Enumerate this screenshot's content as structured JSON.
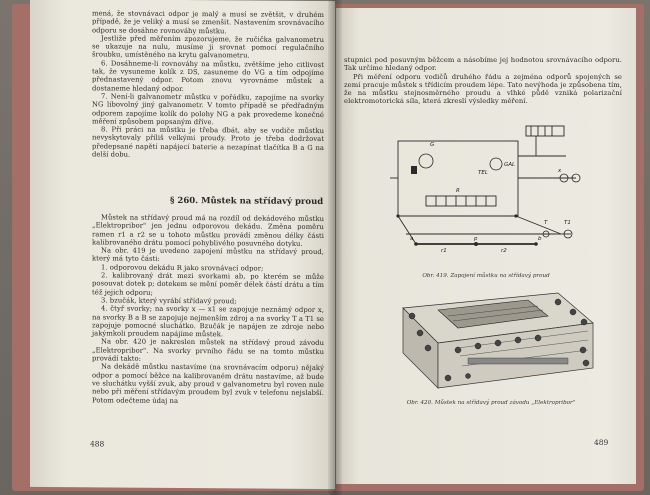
{
  "left_page": {
    "top_text": [
      "mená, že stovnávaci odpor je malý a musí se zvětšit, v druhém případě, že je veliký a musí se zmenšit. Nastavením srovnávacího odporu se dosáhne rovnováhy můstku.",
      "Jestliže před měřením zpozorujeme, že ručička galvanometru se ukazuje na nulu, musíme ji srovnat pomocí regulačního šroubku, umístěného na krytu galvanometru.",
      "6. Dosáhneme-li rovnováhy na můstku, zvětšíme jeho citlivost tak, že vysuneme kolík z DS, zasuneme do VG a tím odpojíme přednastavený odpor. Potom znovu vyrovnáme můstek a dostaneme hledaný odpor.",
      "7. Není-li galvanometr můstku v pořádku, zapojíme na svorky NG libovolný jiný galvanometr. V tomto případě se předřadným odporem zapojíme kolík do polohy NG a pak provedeme konečné měření způsobem popsaným dříve.",
      "8. Při práci na můstku je třeba dbát, aby se vodiče můstku nevyskytovaly příliš velkými proudy. Proto je třeba dodržovat předepsané napětí napájecí baterie a nezapínat tlačítka B a G na delší dobu."
    ],
    "heading": "§ 260. Můstek na střídavý proud",
    "body_text": [
      "Můstek na střídavý proud má na rozdíl od dekádového můstku „Elektropribor\" jen jednu odporovou dekádu. Změna poměru ramen r1 a r2 se u tohoto můstku provádí změnou délky části kalibrovaného drátu pomocí pohyblivého posuvného dotyku.",
      "Na obr. 419 je uvedeno zapojení můstku na střídavý proud, který má tyto části:",
      "1. odporovou dekádu R jako srovnávací odpor;",
      "2. kalibrovaný drát mezi svorkami ab, po kterém se může posouvat dotek p; dotekem se mění poměr délek částí drátu a tím též jejich odporu;",
      "3. bzučák, který vyrábí střídavý proud;",
      "4. čtyř svorky; na svorky x — x1 se zapojuje neznámý odpor x, na svorky B a B se zapojuje nejmenším zdroj a na svorky T a T1 se zapojuje pomocné sluchátko. Bzučák je napájen ze zdroje nebo jakýmkoli proudem napájíme můstek.",
      "Na obr. 420 je nakreslen můstek na střídavý proud závodu „Elektropribor\". Na svorky prvního řádu se na tomto můstku provádí takto:",
      "Na dekádě můstku nastavíme (na srovnávacím odporu) nějaký odpor a pomocí běžce na kalibrovaném drátu nastavíme, až bude ve sluchátku vyšší zvuk, aby proud v galvanometru byl roven nule nebo při měření střídavým proudem byl zvuk v telefonu nejslabší. Potom odečteme údaj na"
    ],
    "page_number": "488"
  },
  "right_page": {
    "top_text": [
      "stupnici pod posuvným běžcem a násobíme jej hodnotou srovnávacího odporu. Tak určíme hledaný odpor.",
      "Při měření odporu vodičů druhého řádu a zejména odporů spojených se zemí pracuje můstek s třídicím proudem lépe. Tato nevýhoda je způsobena tím, že na můstku stejnosměrného proudu a vlhké půdě vzniká polarizační elektromotorická síla, která zkreslí výsledky měření."
    ],
    "caption_419": "Obr. 419. Zapojení můstku na střídavý proud",
    "caption_420": "Obr. 420. Můstek na střídavý proud závodu „Elektropribor\"",
    "page_number": "489",
    "diagram_labels": [
      "G",
      "GAL",
      "TEL",
      "R",
      "x",
      "r1",
      "r2",
      "a",
      "b",
      "p",
      "T",
      "T1"
    ]
  }
}
